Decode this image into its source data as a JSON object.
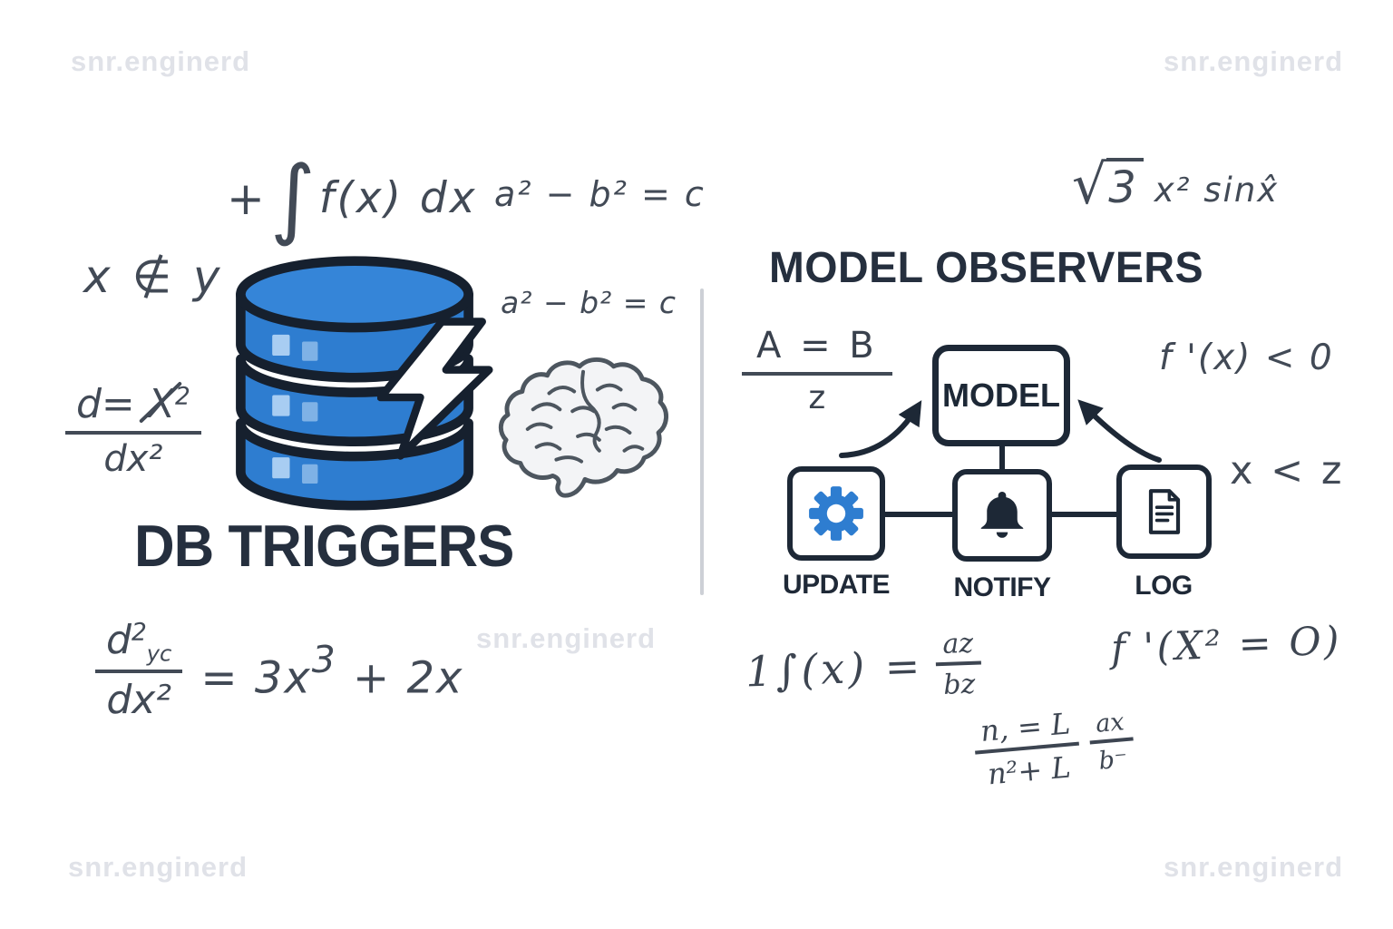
{
  "watermark": "snr.enginerd",
  "colors": {
    "ink": "#1d2836",
    "math_gray": "#424a56",
    "db_blue": "#2e7dd0",
    "db_top_blue": "#3585d8",
    "db_outline": "#16202e",
    "slot_light": "#a8cdf2",
    "slot_mid": "#7fb2e6",
    "bolt_white": "#ffffff",
    "brain_fill": "#f3f4f6",
    "brain_stroke": "#4d565f",
    "divider_gray": "#cdd0d6",
    "watermark_gray": "#e0e2e8",
    "title_navy": "#252f3e"
  },
  "left": {
    "title": "DB TRIGGERS",
    "integral": {
      "plus": "+",
      "int": "∫",
      "body": "f(x) dx"
    },
    "identity1": "a² − b² = c",
    "identity2": "a² − b² = c",
    "inequality": "x ∉ y",
    "dfrac": {
      "num_d": "d=",
      "num_x": "X",
      "num_sup": "2",
      "den": "dx²"
    },
    "d2frac": {
      "num_main": "d",
      "num_sup": "2",
      "num_sub": "yc",
      "den": "dx²",
      "rhs_pre": "= 3x",
      "rhs_sup": "3",
      "rhs_post": " + 2x"
    }
  },
  "right": {
    "title": "MODEL OBSERVERS",
    "sqrt": {
      "radical": "√",
      "radicand": "3",
      "rest": "x² sinx̂"
    },
    "abfrac": {
      "num": "A = B",
      "den": "z"
    },
    "fprime": "f '(x) < 0",
    "xltz": "x < z",
    "hand_integral": {
      "lhs": "1∫(x) =",
      "num": "az",
      "den": "bz"
    },
    "hand_fprime": "f '(X² = O)",
    "hand_frac": {
      "num1": "n, = L",
      "den1": "n²+ L",
      "num2": "ax",
      "den2": "b⁻"
    },
    "diagram": {
      "model": "MODEL",
      "nodes": [
        {
          "label": "UPDATE",
          "icon": "gear-icon"
        },
        {
          "label": "NOTIFY",
          "icon": "bell-icon"
        },
        {
          "label": "LOG",
          "icon": "document-icon"
        }
      ]
    }
  }
}
